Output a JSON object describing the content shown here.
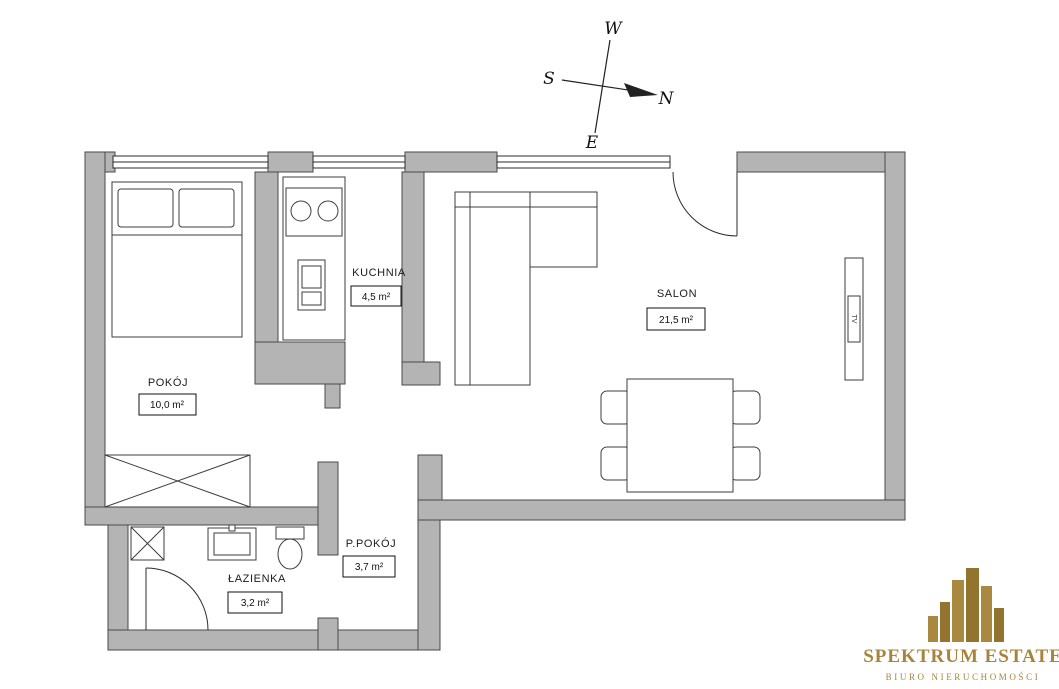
{
  "compass": {
    "west": "W",
    "south": "S",
    "north": "N",
    "east": "E"
  },
  "rooms": [
    {
      "name": "POKÓJ",
      "area": "10,0 m²"
    },
    {
      "name": "KUCHNIA",
      "area": "4,5 m²"
    },
    {
      "name": "SALON",
      "area": "21,5 m²"
    },
    {
      "name": "P.POKÓJ",
      "area": "3,7 m²"
    },
    {
      "name": "ŁAZIENKA",
      "area": "3,2 m²"
    }
  ],
  "fixtures": {
    "tv_label": "TV"
  },
  "logo": {
    "company": "SPEKTRUM ESTATE",
    "subtitle": "BIURO NIERUCHOMOŚCI"
  },
  "colors": {
    "wall_fill": "#b4b4b4",
    "wall_stroke": "#4a4a4a",
    "line": "#2b2b2b",
    "gold": "#a6843c"
  }
}
